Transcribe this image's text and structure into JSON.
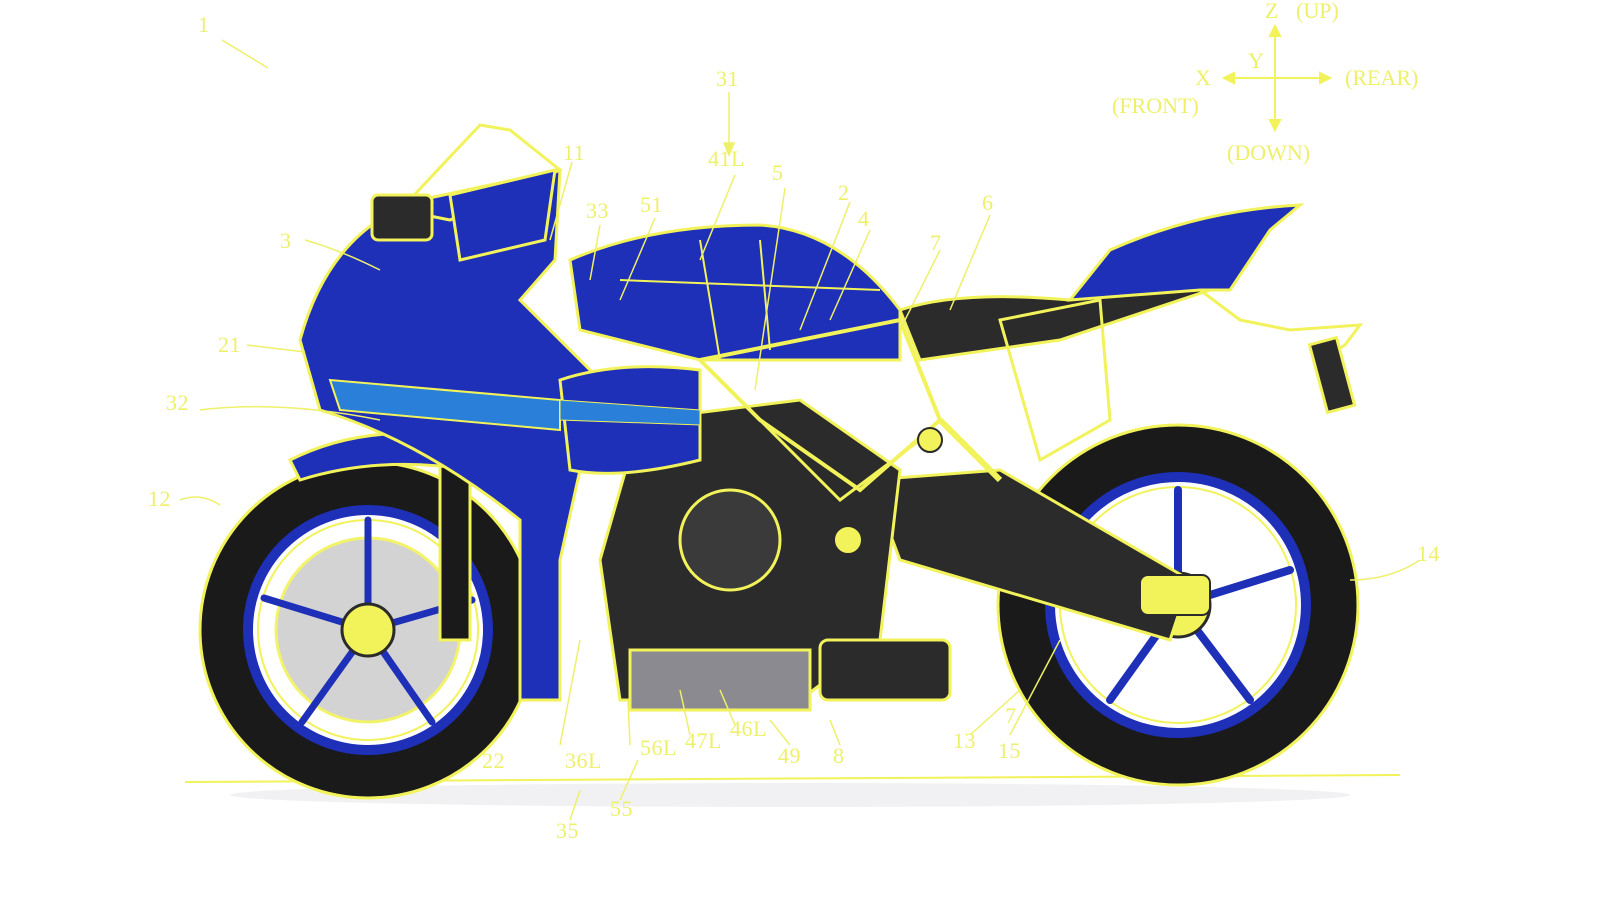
{
  "figure": {
    "type": "patent-drawing-overlay",
    "subject": "sport motorcycle side view (left side), blue livery",
    "colors": {
      "background": "#ffffff",
      "overlay_line": "#f2f25a",
      "label_text": "#eef06a",
      "body_blue": "#1e2fb8",
      "body_light_blue": "#2a7fd8",
      "tire_black": "#1a1a1a",
      "frame_dark": "#2b2b2b"
    },
    "figure_number": "1"
  },
  "axes": {
    "z_label": "Z",
    "up": "(UP)",
    "x_label": "X",
    "front": "(FRONT)",
    "y_label": "Y",
    "rear": "(REAR)",
    "down": "(DOWN)"
  },
  "reference_numerals": {
    "n1": "1",
    "n2": "2",
    "n3": "3",
    "n4": "4",
    "n5": "5",
    "n6": "6",
    "n7a": "7",
    "n7b": "7",
    "n8": "8",
    "n11": "11",
    "n12": "12",
    "n13": "13",
    "n14": "14",
    "n15": "15",
    "n21": "21",
    "n22": "22",
    "n31": "31",
    "n32": "32",
    "n33": "33",
    "n35": "35",
    "n36L": "36L",
    "n41L": "41L",
    "n46L": "46L",
    "n47L": "47L",
    "n49": "49",
    "n51": "51",
    "n55": "55",
    "n56L": "56L"
  }
}
